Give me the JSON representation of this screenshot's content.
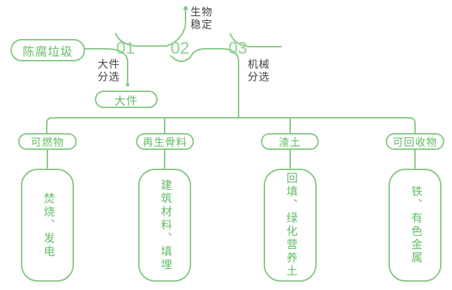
{
  "colors": {
    "line_green": "#84c784",
    "text_green": "#64bb66",
    "number_green": "#8fd092",
    "label_dark": "#424242",
    "background": "#ffffff"
  },
  "flow": {
    "source": "陈腐垃圾",
    "steps": [
      {
        "number": "01",
        "label": "大件\n分选",
        "branch": "大件"
      },
      {
        "number": "02",
        "label": "生物\n稳定"
      },
      {
        "number": "03",
        "label": "机械\n分选"
      }
    ]
  },
  "outputs": [
    {
      "category": "可燃物",
      "result": "焚烧、发电"
    },
    {
      "category": "再生骨料",
      "result": "建筑材料、填埋"
    },
    {
      "category": "渣土",
      "result": "回填、绿化营养土"
    },
    {
      "category": "可回收物",
      "result": "铁、有色金属"
    }
  ]
}
